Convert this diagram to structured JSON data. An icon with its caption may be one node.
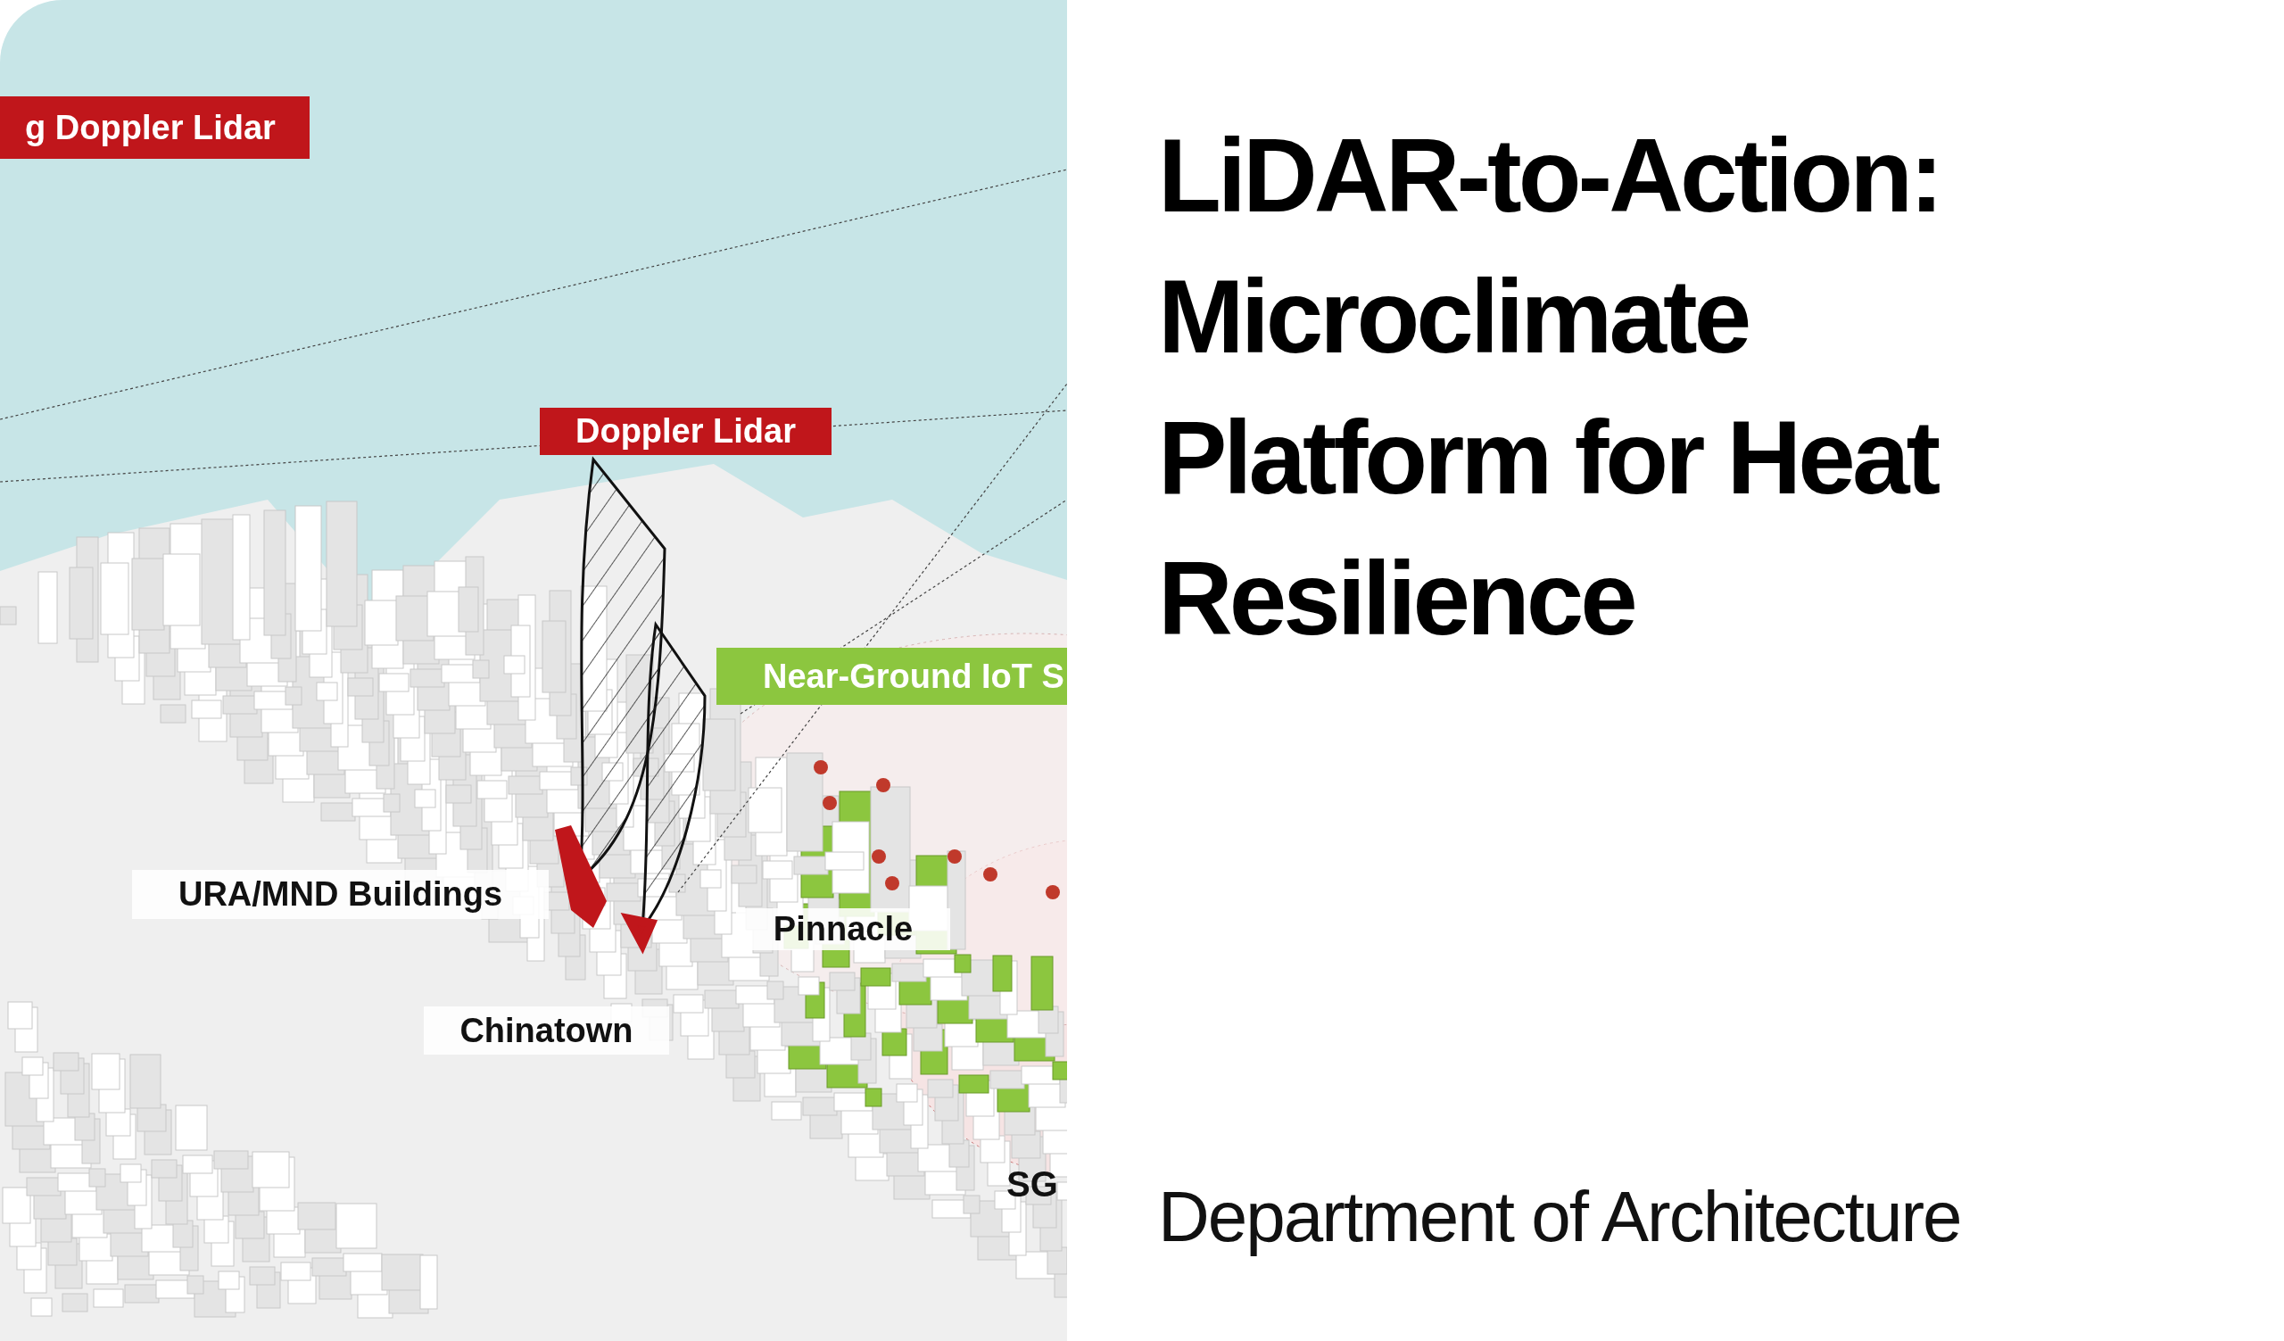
{
  "diagram": {
    "title": "LiDAR-to-Action: Microclimate Platform for Heat Resilience",
    "nodes": [
      {
        "text": [
          "g Doppler Lidar"
        ]
      },
      {
        "text": [
          "Doppler Lidar"
        ]
      },
      {
        "text": [
          "Near-Ground IoT S"
        ]
      },
      {
        "text": [
          "URA/MND Buildings"
        ]
      },
      {
        "text": [
          "Pinnacle"
        ]
      },
      {
        "text": [
          "Chinatown"
        ]
      }
    ],
    "labels": [
      "SG",
      "Department of Architecture"
    ]
  }
}
